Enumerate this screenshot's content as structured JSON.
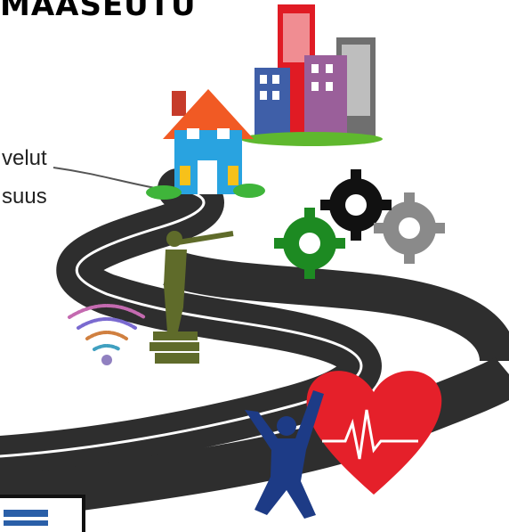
{
  "header": {
    "title": "MAASEUTU"
  },
  "text_lines": [
    "velut",
    "suus"
  ],
  "icons": {
    "city": "city-buildings-icon",
    "house": "house-icon",
    "gears": "gears-icon",
    "explorer": "explorer-with-telescope-icon",
    "wifi_cloud": "wifi-word-cloud-icon",
    "heart": "heartbeat-heart-icon",
    "person": "jumping-person-icon",
    "laptop": "laptop-icon"
  },
  "colors": {
    "road": "#2e2e2e",
    "road_line": "#ffffff",
    "gear_black": "#111111",
    "gear_green": "#1d8a22",
    "gear_gray": "#8a8a8a",
    "heart": "#e5202a",
    "person": "#1d3b86",
    "statue": "#5f6b2a"
  }
}
